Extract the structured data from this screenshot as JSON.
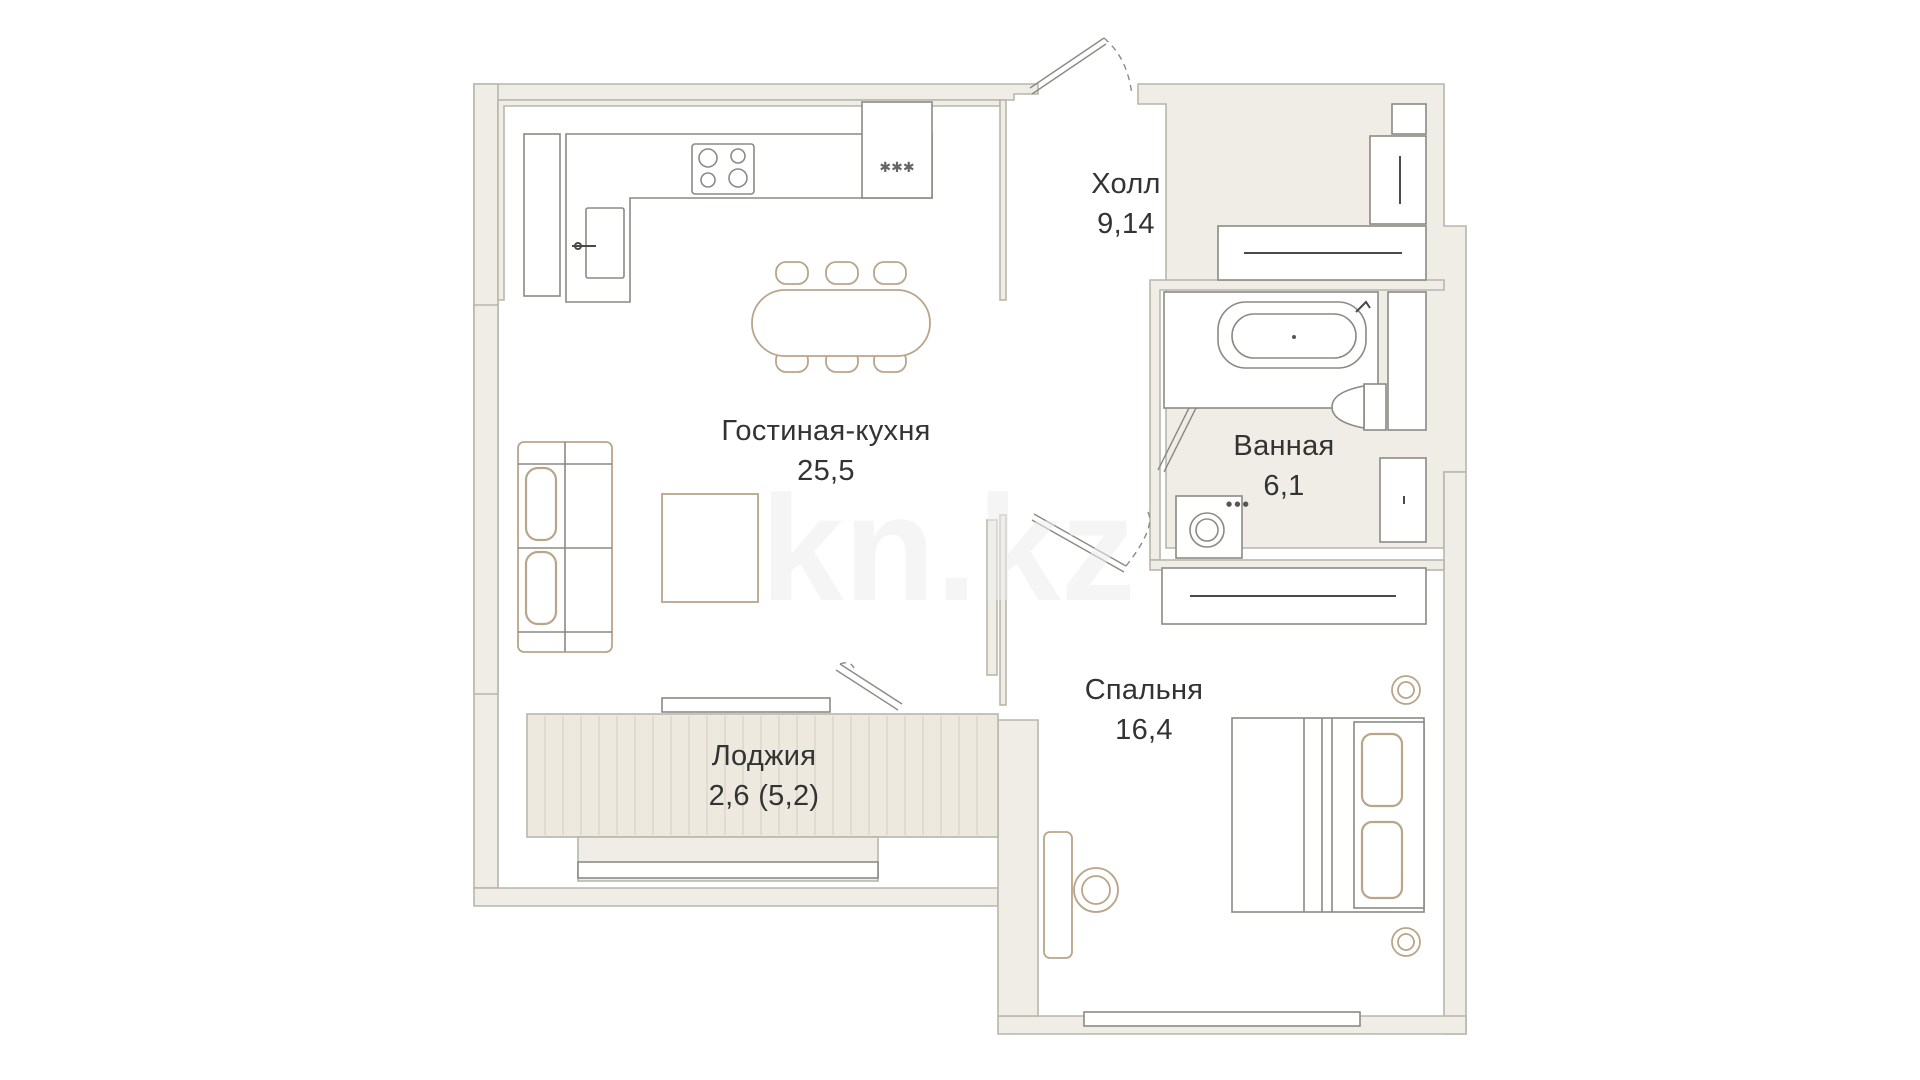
{
  "rooms": {
    "living_kitchen": {
      "name": "Гостиная-кухня",
      "area": "25,5"
    },
    "hall": {
      "name": "Холл",
      "area": "9,14"
    },
    "bathroom": {
      "name": "Ванная",
      "area": "6,1"
    },
    "bedroom": {
      "name": "Спальня",
      "area": "16,4"
    },
    "loggia": {
      "name": "Лоджия",
      "area": "2,6 (5,2)"
    }
  },
  "watermark": "kn.kz",
  "colors": {
    "wall_fill": "#efede6",
    "wall_stroke": "#b9b6ab",
    "furniture_stroke": "#8b8a84",
    "accent_beige": "#b9a589",
    "text": "#333333"
  },
  "icons": [
    "stove-icon",
    "sink-icon",
    "bathtub-icon",
    "toilet-icon",
    "washing-machine-icon",
    "lamp-icon",
    "chair-icon",
    "bed-icon",
    "sofa-icon"
  ]
}
